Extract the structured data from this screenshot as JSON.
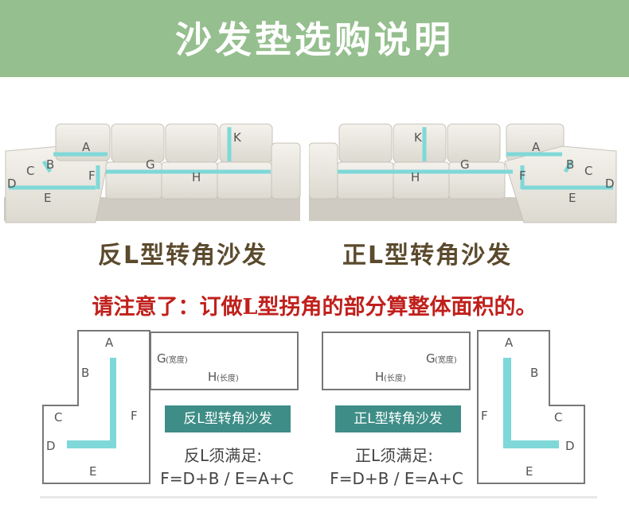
{
  "title": "沙发垫选购说明",
  "sofas": {
    "left": {
      "caption": "反L型转角沙发",
      "labels": [
        "A",
        "B",
        "C",
        "D",
        "E",
        "F",
        "G",
        "H",
        "K"
      ]
    },
    "right": {
      "caption": "正L型转角沙发",
      "labels": [
        "A",
        "B",
        "C",
        "D",
        "E",
        "F",
        "G",
        "H",
        "K"
      ]
    }
  },
  "notice": "请注意了：订做L型拐角的部分算整体面积的。",
  "diagrams": {
    "left_l": {
      "labels": [
        "A",
        "B",
        "C",
        "D",
        "E",
        "F"
      ]
    },
    "left_rect": {
      "g": "G",
      "g_note": "(宽度)",
      "h": "H",
      "h_note": "(长度)"
    },
    "right_rect": {
      "g": "G",
      "g_note": "(宽度)",
      "h": "H",
      "h_note": "(长度)"
    },
    "right_l": {
      "labels": [
        "A",
        "B",
        "C",
        "D",
        "E",
        "F"
      ]
    }
  },
  "left_panel": {
    "badge": "反L型转角沙发",
    "requirement": "反L须满足:",
    "formula": "F=D+B / E=A+C"
  },
  "right_panel": {
    "badge": "正L型转角沙发",
    "requirement": "正L须满足:",
    "formula": "F=D+B / E=A+C"
  },
  "colors": {
    "banner": "#95bf8e",
    "accent": "#7fd8d8",
    "badge": "#3e8d87",
    "notice": "#c0201c"
  }
}
